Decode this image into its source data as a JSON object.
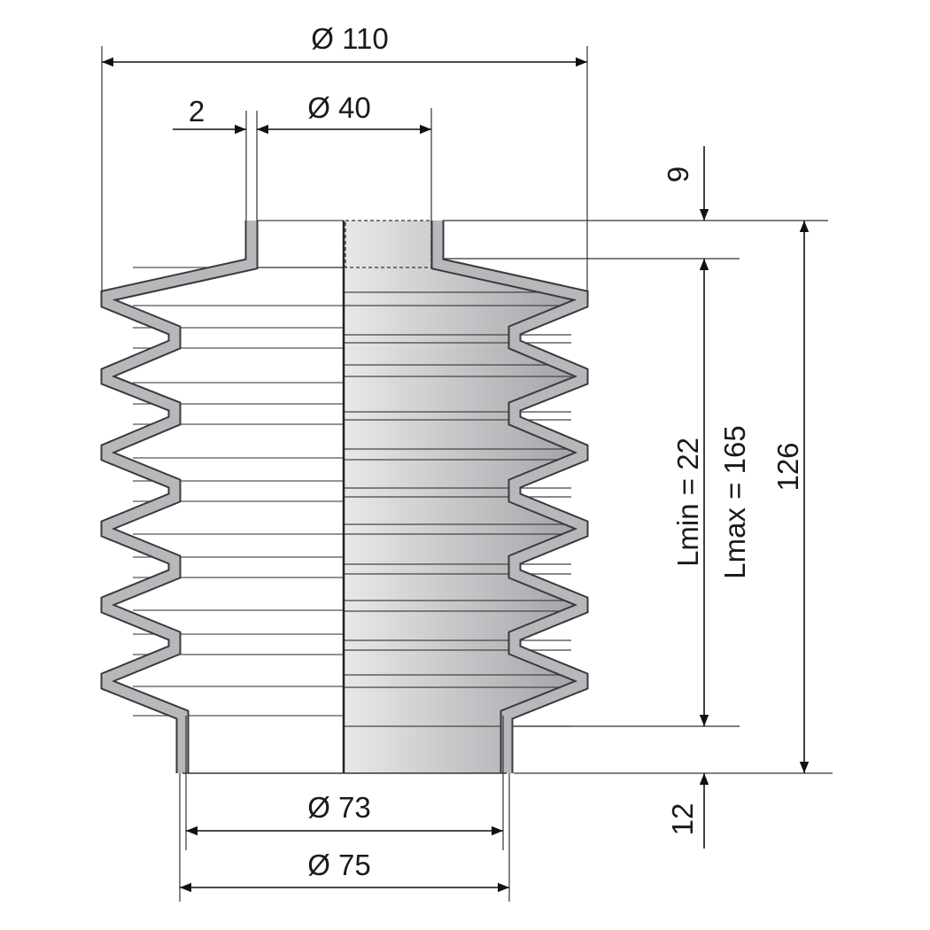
{
  "drawing": {
    "title": "Bellows dimension drawing",
    "colors": {
      "section_fill": "#b8b8bc",
      "outline": "#3a3a3a",
      "body_light": "#e6e6e8",
      "body_dark": "#a8a8ac"
    },
    "dimensions": {
      "outer_diameter": "Ø 110",
      "top_inner_diameter": "Ø 40",
      "wall_thickness": "2",
      "bottom_inner_diameter": "Ø 73",
      "bottom_outer_diameter": "Ø 75",
      "top_collar_height": "9",
      "bottom_collar_height": "12",
      "total_height": "126",
      "lmin": "Lmin = 22",
      "lmax": "Lmax = 165"
    },
    "folds": 6
  }
}
